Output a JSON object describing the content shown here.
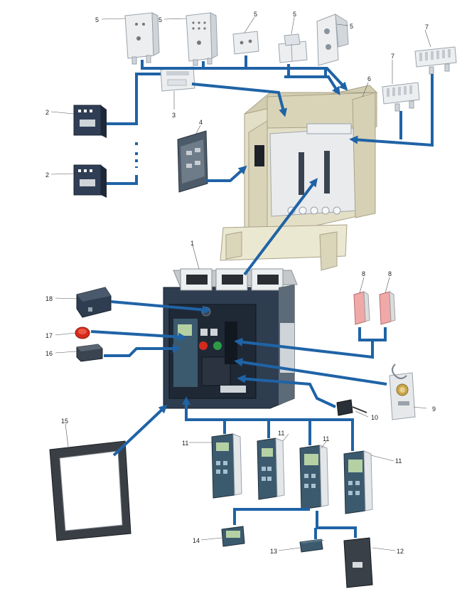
{
  "colors": {
    "connector": "#1f63a6",
    "panel": "#2e3d4f",
    "cradle": "#e3dfc6",
    "trip_unit": "#3c5a6e",
    "accessory_pink": "#f0a8a8",
    "button_red": "#d42a1c"
  },
  "callouts": [
    {
      "id": "c1",
      "text": "1"
    },
    {
      "id": "c2a",
      "text": "2"
    },
    {
      "id": "c2b",
      "text": "2"
    },
    {
      "id": "c3",
      "text": "3"
    },
    {
      "id": "c4",
      "text": "4"
    },
    {
      "id": "c5a",
      "text": "5"
    },
    {
      "id": "c5b",
      "text": "5"
    },
    {
      "id": "c5c",
      "text": "5"
    },
    {
      "id": "c5d",
      "text": "5"
    },
    {
      "id": "c5e",
      "text": "5"
    },
    {
      "id": "c6",
      "text": "6"
    },
    {
      "id": "c7a",
      "text": "7"
    },
    {
      "id": "c7b",
      "text": "7"
    },
    {
      "id": "c8a",
      "text": "8"
    },
    {
      "id": "c8b",
      "text": "8"
    },
    {
      "id": "c9",
      "text": "9"
    },
    {
      "id": "c10",
      "text": "10"
    },
    {
      "id": "c11a",
      "text": "11"
    },
    {
      "id": "c11b",
      "text": "11"
    },
    {
      "id": "c11c",
      "text": "11"
    },
    {
      "id": "c11d",
      "text": "11"
    },
    {
      "id": "c12",
      "text": "12"
    },
    {
      "id": "c13",
      "text": "13"
    },
    {
      "id": "c14",
      "text": "14"
    },
    {
      "id": "c15",
      "text": "15"
    },
    {
      "id": "c16",
      "text": "16"
    },
    {
      "id": "c17",
      "text": "17"
    },
    {
      "id": "c18",
      "text": "18"
    }
  ]
}
